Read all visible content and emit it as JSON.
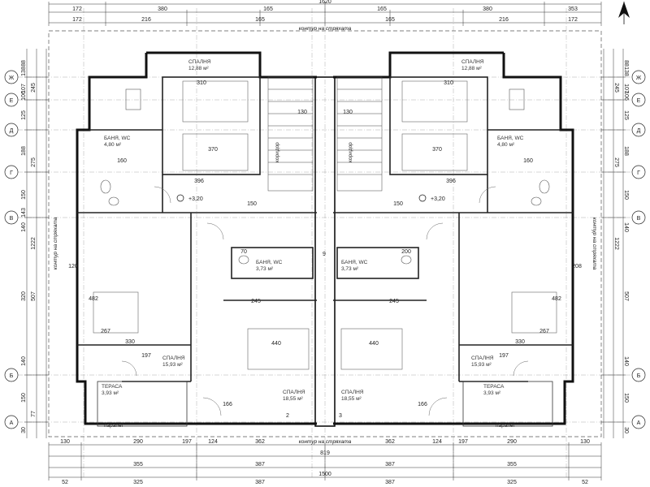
{
  "top_dims": {
    "total": "1620",
    "row1": [
      "172",
      "380",
      "165",
      "165",
      "380",
      "353"
    ],
    "row2": [
      "172",
      "216",
      "165",
      "165",
      "216",
      "172"
    ],
    "roof_label": "контур на стряхата"
  },
  "bottom_dims": {
    "row1": [
      "130",
      "290",
      "197",
      "124",
      "362",
      "362",
      "124",
      "197",
      "290",
      "130"
    ],
    "row2": [
      "355",
      "387",
      "387",
      "355"
    ],
    "row3": [
      "52",
      "325",
      "387",
      "387",
      "325",
      "52"
    ],
    "total": "1500",
    "sub": "819",
    "roof_label": "контур на стряхата"
  },
  "axes": {
    "letters": [
      "Ж",
      "Е",
      "Д",
      "Г",
      "В",
      "Б",
      "А"
    ]
  },
  "left_dims": {
    "outer": [
      "88",
      "138",
      "107",
      "106",
      "125",
      "188",
      "150",
      "143",
      "140",
      "320",
      "140",
      "150",
      "30"
    ],
    "inner": [
      "245",
      "275",
      "507",
      "77",
      "1222"
    ],
    "side_label": "контур на стряхата"
  },
  "right_dims": {
    "outer": [
      "88",
      "138",
      "107",
      "106",
      "125",
      "188",
      "150",
      "140",
      "507",
      "140",
      "150",
      "30"
    ],
    "inner": [
      "245",
      "275",
      "1222"
    ],
    "side_label": "контур на стряхата"
  },
  "rooms": [
    {
      "name": "СПАЛНЯ",
      "area": "12,88 м²"
    },
    {
      "name": "СПАЛНЯ",
      "area": "12,88 м²"
    },
    {
      "name": "БАНЯ, WC",
      "area": "4,80 м²"
    },
    {
      "name": "БАНЯ, WC",
      "area": "4,80 м²"
    },
    {
      "name": "БАНЯ, WC",
      "area": "3,73 м²"
    },
    {
      "name": "БАНЯ, WC",
      "area": "3,73 м²"
    },
    {
      "name": "СПАЛНЯ",
      "area": "15,93 м²"
    },
    {
      "name": "СПАЛНЯ",
      "area": "15,93 м²"
    },
    {
      "name": "ТЕРАСА",
      "area": "3,93 м²"
    },
    {
      "name": "ТЕРАСА",
      "area": "3,93 м²"
    },
    {
      "name": "СПАЛНЯ",
      "area": "18,55 м²"
    },
    {
      "name": "СПАЛНЯ",
      "area": "18,55 м²"
    }
  ],
  "levels": [
    "+3,20",
    "+3,20"
  ],
  "misc_labels": {
    "parapet": "парапет",
    "section_2": "2",
    "section_3": "3",
    "section_9": "9",
    "corridor": "коридор"
  },
  "inner_dims": [
    "370",
    "370",
    "310",
    "310",
    "396",
    "396",
    "330",
    "330",
    "197",
    "197",
    "245",
    "245",
    "267",
    "267",
    "482",
    "482",
    "440",
    "440",
    "166",
    "166",
    "160",
    "160",
    "130",
    "130",
    "150",
    "150",
    "70",
    "200",
    "120",
    "208"
  ]
}
